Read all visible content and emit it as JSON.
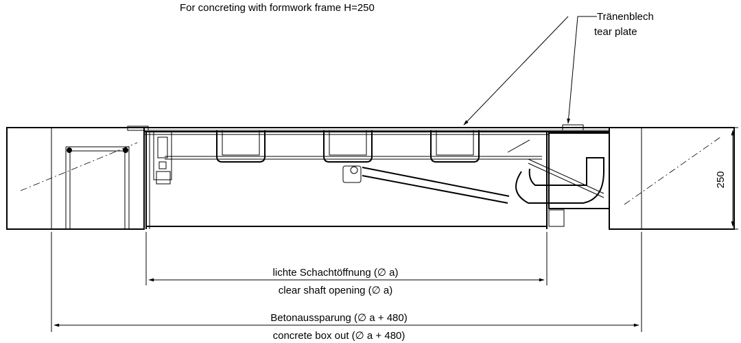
{
  "header_text": "For concreting with formwork frame H=250",
  "callout": {
    "line1": "Tränenblech",
    "line2": "tear plate"
  },
  "height_dimension": "250",
  "clear_opening": {
    "line1": "lichte Schachtöffnung (∅ a)",
    "line2": "clear shaft opening (∅ a)"
  },
  "box_out": {
    "line1": "Betonaussparung (∅ a + 480)",
    "line2": "concrete box out (∅ a + 480)"
  }
}
